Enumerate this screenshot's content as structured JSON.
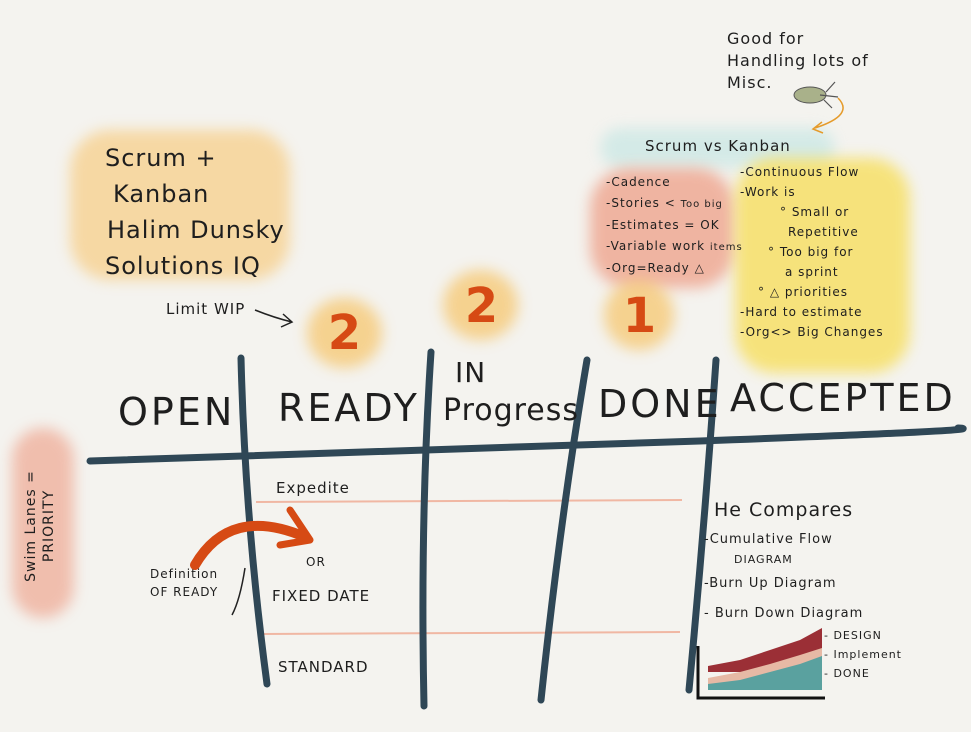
{
  "title_card": {
    "line1": "Scrum +",
    "line2": "Kanban",
    "line3": "Halim Dunsky",
    "line4": "Solutions IQ"
  },
  "top_note": {
    "line1": "Good for",
    "line2": "Handling lots of",
    "line3": "Misc."
  },
  "comparison": {
    "header": "Scrum vs Kanban",
    "scrum": [
      "-Cadence",
      "-Stories <",
      "-Estimates = OK",
      "-Variable work",
      "-Org=Ready △"
    ],
    "scrum_extra": {
      "too_big": "Too big",
      "items": "items"
    },
    "kanban": [
      "-Continuous Flow",
      "-Work is",
      "° Small or",
      "Repetitive",
      "° Too big for",
      "a sprint",
      "° △ priorities",
      "-Hard to estimate",
      "-Org<> Big Changes"
    ]
  },
  "wip": {
    "label": "Limit WIP",
    "limits": [
      "2",
      "2",
      "1"
    ]
  },
  "board": {
    "columns": [
      "Open",
      "Ready",
      "In",
      "Progress",
      "Done",
      "Accepted"
    ],
    "lanes": [
      "Expedite",
      "or",
      "Fixed Date",
      "Standard"
    ],
    "definition_of_ready": [
      "Definition",
      "of Ready"
    ],
    "swim_lanes_label": [
      "Swim Lanes =",
      "Priority"
    ]
  },
  "compares": {
    "heading": "He Compares",
    "items": [
      "-Cumulative Flow",
      "Diagram",
      "-Burn Up Diagram",
      "- Burn Down Diagram"
    ],
    "legend": [
      "- Design",
      "- Implement",
      "- Done"
    ]
  },
  "colors": {
    "grid": "#2f4756",
    "orange": "#d64a14",
    "yellow": "#f6d54a",
    "salmon": "#e9957b",
    "teal": "#a9dad9"
  }
}
